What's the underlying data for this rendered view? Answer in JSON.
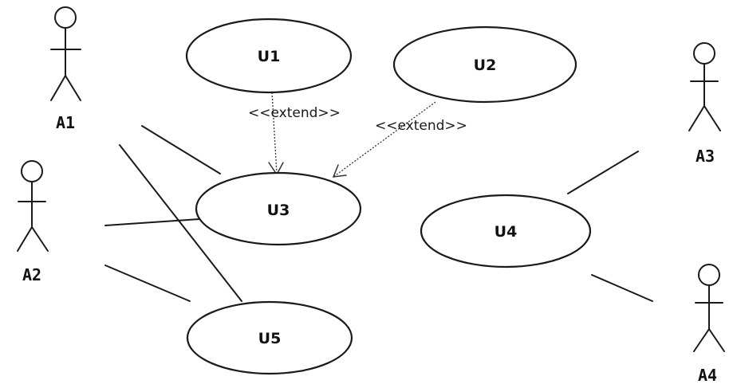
{
  "actors": [
    {
      "id": "A1",
      "label": "A1"
    },
    {
      "id": "A2",
      "label": "A2"
    },
    {
      "id": "A3",
      "label": "A3"
    },
    {
      "id": "A4",
      "label": "A4"
    }
  ],
  "use_cases": [
    {
      "id": "U1",
      "label": "U1"
    },
    {
      "id": "U2",
      "label": "U2"
    },
    {
      "id": "U3",
      "label": "U3"
    },
    {
      "id": "U4",
      "label": "U4"
    },
    {
      "id": "U5",
      "label": "U5"
    }
  ],
  "extends": [
    {
      "from": "U1",
      "to": "U3",
      "label": "<<extend>>"
    },
    {
      "from": "U2",
      "to": "U3",
      "label": "<<extend>>"
    }
  ],
  "associations": [
    {
      "actor": "A1",
      "use_case": "U3"
    },
    {
      "actor": "A1",
      "use_case": "U5"
    },
    {
      "actor": "A2",
      "use_case": "U3"
    },
    {
      "actor": "A2",
      "use_case": "U5"
    },
    {
      "actor": "A3",
      "use_case": "U4"
    },
    {
      "actor": "A4",
      "use_case": "U4"
    }
  ]
}
